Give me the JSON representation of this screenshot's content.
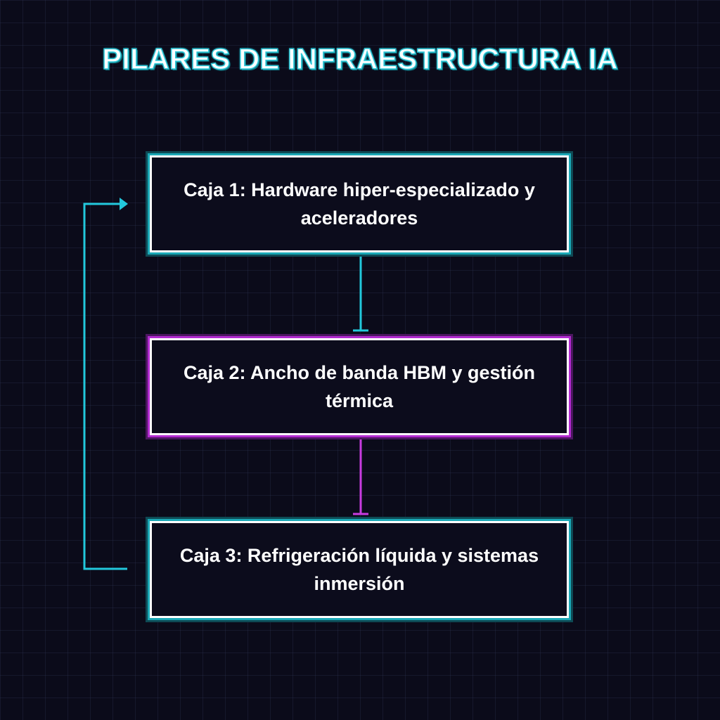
{
  "title": "PILARES DE INFRAESTRUCTURA IA",
  "boxes": [
    {
      "label": "Caja 1: Hardware hiper-especializado y aceleradores",
      "accent": "#22c8dc"
    },
    {
      "label": "Caja 2: Ancho de banda HBM y gestión térmica",
      "accent": "#c83ce0"
    },
    {
      "label": "Caja 3: Refrigeración líquida y sistemas inmersión",
      "accent": "#22c8dc"
    }
  ],
  "colors": {
    "background": "#0b0b1a",
    "cyan": "#22c8dc",
    "magenta": "#c83ce0",
    "box_border": "#ffffff",
    "text": "#ffffff"
  }
}
